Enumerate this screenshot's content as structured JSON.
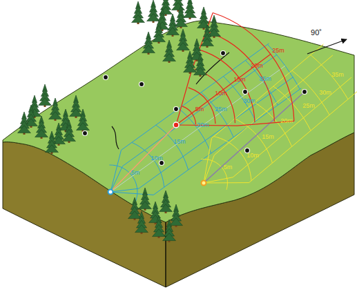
{
  "diagram": {
    "labels": [
      "90˚",
      "25m",
      "20m",
      "35m",
      "35m",
      "15m",
      "30m",
      "10m",
      "30m",
      "25m",
      "5m",
      "25m",
      "20m",
      "20m",
      "15m",
      "15m",
      "10m",
      "10m",
      "5m",
      "5m"
    ]
  }
}
